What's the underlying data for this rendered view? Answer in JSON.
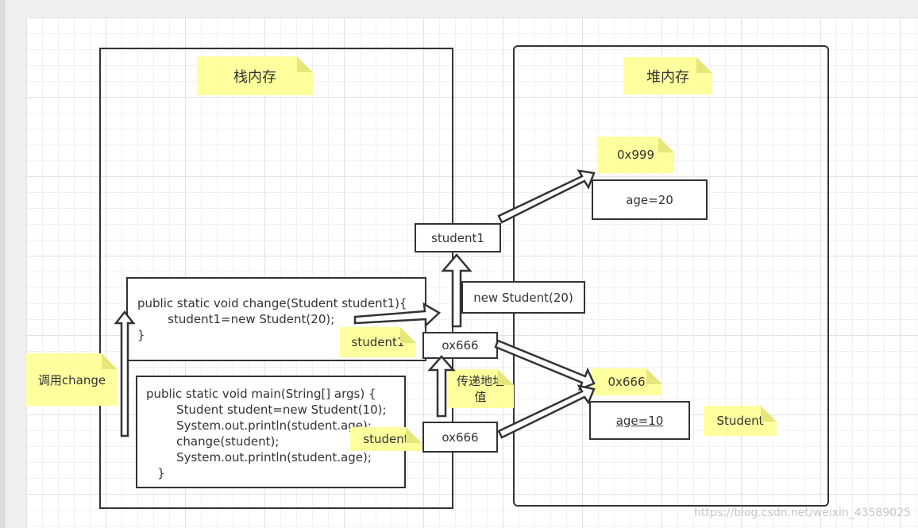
{
  "stack": {
    "title": "栈内存"
  },
  "heap": {
    "title": "堆内存"
  },
  "change_method": {
    "lines": [
      "public static void change(Student student1){",
      "        student1=new Student(20);",
      "}"
    ]
  },
  "main_method": {
    "lines": [
      "public static void main(String[] args) {",
      "        Student student=new Student(10);",
      "        System.out.println(student.age);",
      "        change(student);",
      "        System.out.println(student.age);",
      "   }"
    ]
  },
  "labels": {
    "call_change": "调用change",
    "student1_top": "student1",
    "new_student_20": "new Student(20)",
    "student1_note": "student1",
    "ox666_upper": "ox666",
    "pass_address": "传递地址值",
    "student_note": "student",
    "ox666_lower": "ox666",
    "addr_0x999": "0x999",
    "age_20": "age=20",
    "addr_0x666": "0x666",
    "age_10": "age=10",
    "student_class": "Student"
  },
  "watermark": "https://blog.csdn.net/weixin_43589025"
}
